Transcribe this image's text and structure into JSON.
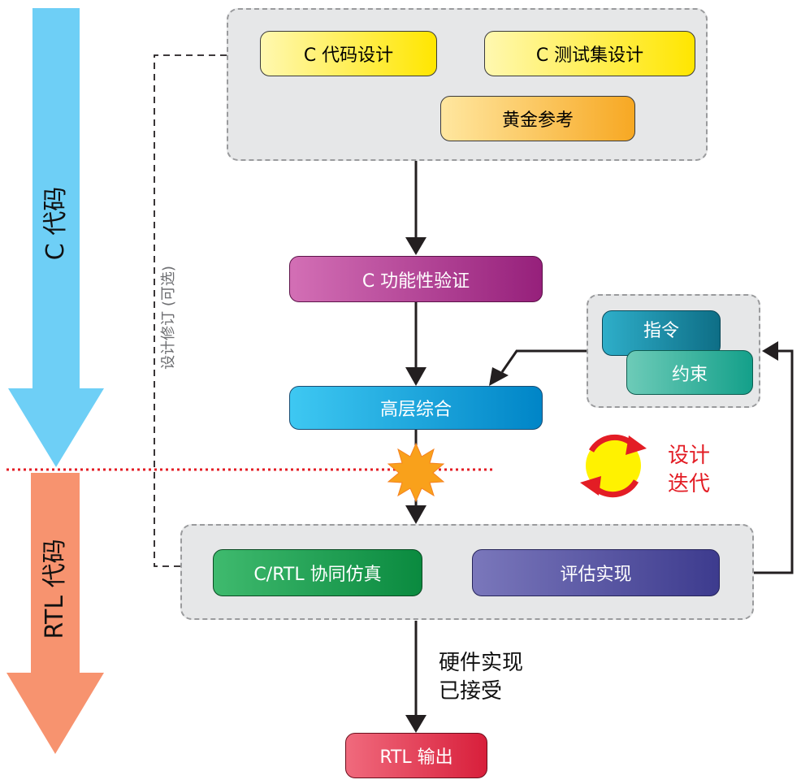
{
  "left_arrows": {
    "c_code": "C  代码",
    "rtl_code": "RTL  代码"
  },
  "revision_label": "设计修订 (可选)",
  "groups": {
    "top": {
      "c_code_design": "C  代码设计",
      "c_testset_design": "C  测试集设计",
      "golden_reference": "黄金参考"
    },
    "constraints": {
      "directives": "指令",
      "constraints": "约束"
    },
    "bottom": {
      "cosim": "C/RTL  协同仿真",
      "evaluate": "评估实现"
    }
  },
  "c_functional_verification": "C  功能性验证",
  "high_level_synthesis": "高层综合",
  "design_iteration": [
    "设计",
    "迭代"
  ],
  "hardware_accepted": [
    "硬件实现",
    "已接受"
  ],
  "rtl_output": "RTL  输出",
  "colors": {
    "c_arrow": "#6ecff6",
    "rtl_arrow": "#f7936f",
    "red_dotted_line": "#e31d25",
    "iteration_text": "#e31d25"
  }
}
